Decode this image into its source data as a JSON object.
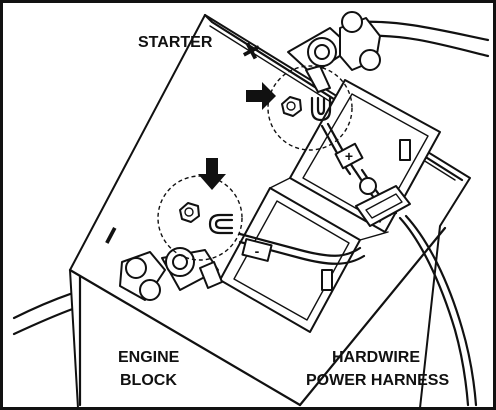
{
  "labels": {
    "starter": "STARTER",
    "engine_block_line1": "ENGINE",
    "engine_block_line2": "BLOCK",
    "harness_line1": "HARDWIRE",
    "harness_line2": "POWER HARNESS"
  },
  "battery": {
    "positive_symbol": "+",
    "negative_symbol": "−"
  },
  "harness": {
    "positive_tag": "+",
    "negative_tag": "-"
  },
  "icons": [
    "arrow-down-icon",
    "arrow-right-icon",
    "hex-nut-icon",
    "ring-terminal-icon"
  ],
  "colors": {
    "ink": "#111111",
    "paper": "#ffffff"
  }
}
